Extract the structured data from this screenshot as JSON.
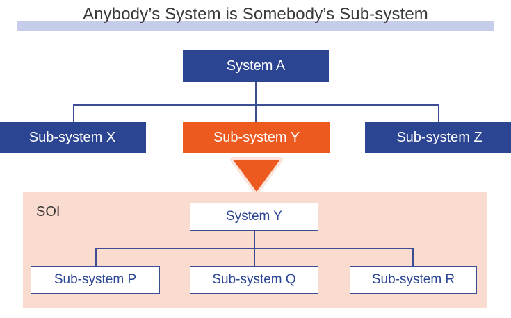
{
  "title": {
    "text": "Anybody’s System is Somebody’s Sub-system",
    "band_color": "#c6cdea",
    "text_color": "#3a3a3a"
  },
  "colors": {
    "primary_blue": "#2b4593",
    "accent_orange": "#ec5a20",
    "soi_background": "#fadbd0",
    "outline_blue": "#3c4d94",
    "canvas": "#ffffff"
  },
  "upper_tree": {
    "root": {
      "label": "System A",
      "style": "filled-blue"
    },
    "children": [
      {
        "label": "Sub-system X",
        "style": "filled-blue"
      },
      {
        "label": "Sub-system Y",
        "style": "filled-orange"
      },
      {
        "label": "Sub-system Z",
        "style": "filled-blue"
      }
    ]
  },
  "arrow": {
    "icon": "down-triangle-icon",
    "color": "#ec5a20",
    "direction": "down"
  },
  "soi": {
    "label": "SOI",
    "root": {
      "label": "System Y",
      "style": "outline-white"
    },
    "children": [
      {
        "label": "Sub-system P",
        "style": "outline-white"
      },
      {
        "label": "Sub-system Q",
        "style": "outline-white"
      },
      {
        "label": "Sub-system R",
        "style": "outline-white"
      }
    ]
  },
  "chart_data": {
    "type": "diagram",
    "title": "Anybody’s System is Somebody’s Sub-system",
    "nodes": [
      {
        "id": "A",
        "label": "System A",
        "level": 0,
        "group": "upper",
        "fill": "#2b4593",
        "text": "#ffffff"
      },
      {
        "id": "X",
        "label": "Sub-system X",
        "level": 1,
        "group": "upper",
        "fill": "#2b4593",
        "text": "#ffffff"
      },
      {
        "id": "Y",
        "label": "Sub-system Y",
        "level": 1,
        "group": "upper",
        "fill": "#ec5a20",
        "text": "#ffffff"
      },
      {
        "id": "Z",
        "label": "Sub-system Z",
        "level": 1,
        "group": "upper",
        "fill": "#2b4593",
        "text": "#ffffff"
      },
      {
        "id": "SY",
        "label": "System Y",
        "level": 0,
        "group": "soi",
        "fill": "#ffffff",
        "text": "#2b4593"
      },
      {
        "id": "P",
        "label": "Sub-system P",
        "level": 1,
        "group": "soi",
        "fill": "#ffffff",
        "text": "#2b4593"
      },
      {
        "id": "Q",
        "label": "Sub-system Q",
        "level": 1,
        "group": "soi",
        "fill": "#ffffff",
        "text": "#2b4593"
      },
      {
        "id": "R",
        "label": "Sub-system R",
        "level": 1,
        "group": "soi",
        "fill": "#ffffff",
        "text": "#2b4593"
      }
    ],
    "edges": [
      {
        "from": "A",
        "to": "X"
      },
      {
        "from": "A",
        "to": "Y"
      },
      {
        "from": "A",
        "to": "Z"
      },
      {
        "from": "Y",
        "to": "SY",
        "style": "orange-arrow"
      },
      {
        "from": "SY",
        "to": "P"
      },
      {
        "from": "SY",
        "to": "Q"
      },
      {
        "from": "SY",
        "to": "R"
      }
    ],
    "groups": [
      {
        "id": "soi",
        "label": "SOI",
        "fill": "#fadbd0"
      }
    ]
  }
}
